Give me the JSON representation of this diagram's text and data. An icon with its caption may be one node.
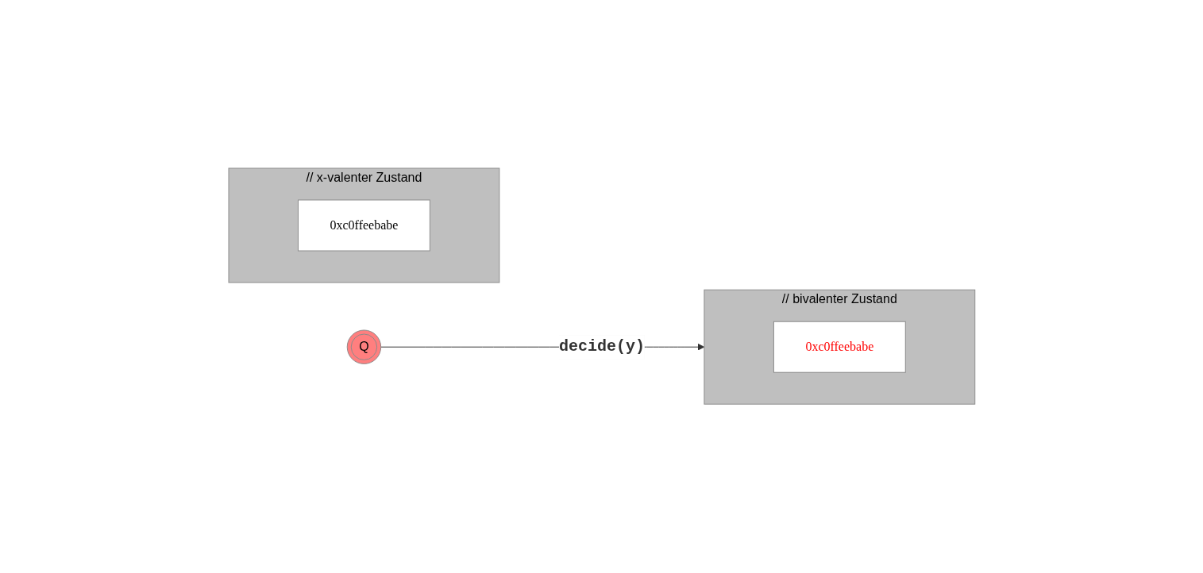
{
  "diagram": {
    "nodes": [
      {
        "text": [
          "// x-valenter Zustand"
        ]
      },
      {
        "text": [
          "0xc0ffeebabe"
        ],
        "in": 0
      },
      {
        "text": [
          "// bivalenter Zustand"
        ]
      },
      {
        "text": [
          "0xc0ffeebabe"
        ],
        "in": 2
      },
      {
        "text": [
          "Q"
        ]
      }
    ],
    "edges": [
      {
        "from": 4,
        "to": 2,
        "arrow": "to",
        "label": "decide(y)"
      }
    ]
  }
}
